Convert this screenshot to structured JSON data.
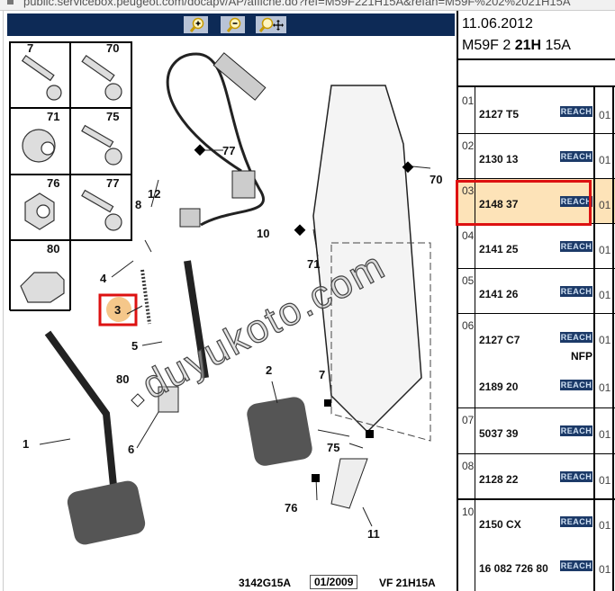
{
  "browser": {
    "url": "public.servicebox.peugeot.com/docapv/AP/affiche.do?ref=M59F221H15A&refan=M59F%202%2021H15A"
  },
  "toolbar": {
    "zoom_in": "zoom-in-icon",
    "zoom_out": "zoom-out-icon",
    "pan_zoom": "zoom-pan-icon"
  },
  "diagram": {
    "legend_labels": [
      "7",
      "70",
      "71",
      "75",
      "76",
      "77",
      "80"
    ],
    "callouts": {
      "c1": "1",
      "c2": "2",
      "c3": "3",
      "c4": "4",
      "c5": "5",
      "c6": "6",
      "c7": "7",
      "c8": "8",
      "c10": "10",
      "c11": "11",
      "c12": "12",
      "c70": "70",
      "c71": "71",
      "c75": "75",
      "c76": "76",
      "c77": "77",
      "c80": "80"
    },
    "caption_ref": "3142G15A",
    "caption_date": "01/2009",
    "caption_model": "VF 21H15A",
    "highlight_color": "#f5c78a"
  },
  "watermark": "duyukoto.com",
  "panel": {
    "date": "11.06.2012",
    "model_prefix": "M59F 2 ",
    "model_bold": "21H",
    "model_suffix": " 15A"
  },
  "parts": [
    {
      "num": "01",
      "ref": "2127 T5",
      "badge": "REACH",
      "qty": "01"
    },
    {
      "num": "02",
      "ref": "2130 13",
      "badge": "REACH",
      "qty": "01"
    },
    {
      "num": "03",
      "ref": "2148 37",
      "badge": "REACH",
      "qty": "01",
      "selected": true
    },
    {
      "num": "04",
      "ref": "2141 25",
      "badge": "REACH",
      "qty": "01"
    },
    {
      "num": "05",
      "ref": "2141 26",
      "badge": "REACH",
      "qty": "01"
    },
    {
      "num": "06",
      "ref": "2127 C7",
      "badge": "REACH",
      "qty": "01",
      "note": "NFP",
      "ref2": "2189 20",
      "badge2": "REACH",
      "qty2": "01"
    },
    {
      "num": "07",
      "ref": "5037 39",
      "badge": "REACH",
      "qty": "01"
    },
    {
      "num": "08",
      "ref": "2128 22",
      "badge": "REACH",
      "qty": "01"
    },
    {
      "num": "10",
      "ref": "2150 CX",
      "badge": "REACH",
      "qty": "01",
      "ref2": "16 082 726 80",
      "badge2": "REACH",
      "qty2": "01"
    }
  ],
  "colors": {
    "toolbar": "#0d2a56",
    "reach_badge": "#1c3a68",
    "selected_row": "#fde3b8",
    "selection_border": "#dd1111"
  }
}
